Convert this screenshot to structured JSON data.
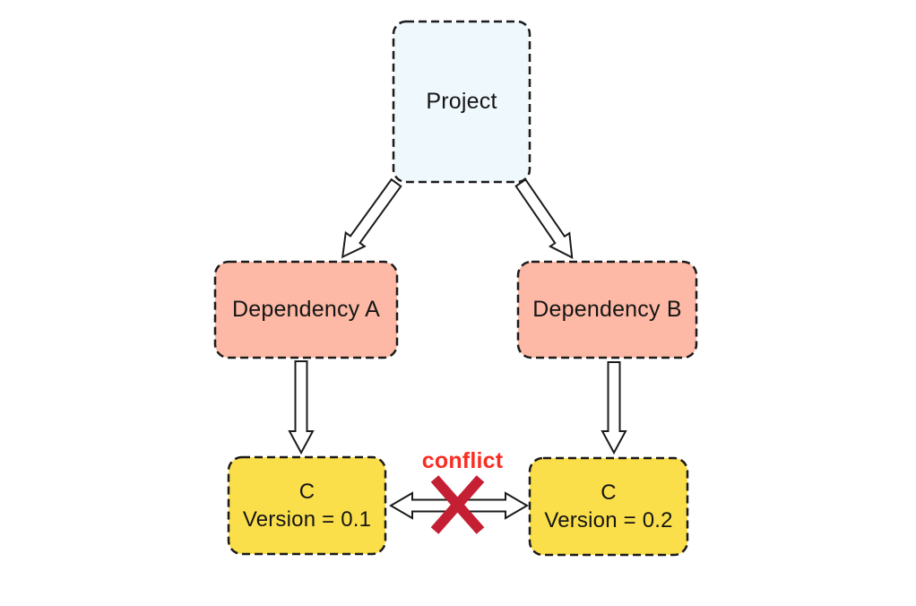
{
  "diagram": {
    "type": "dependency-graph",
    "nodes": {
      "project": {
        "label": "Project",
        "fill": "#eff8fd"
      },
      "dependency_a": {
        "label": "Dependency A",
        "fill": "#fdb9a5"
      },
      "dependency_b": {
        "label": "Dependency B",
        "fill": "#fdb9a5"
      },
      "c_v01": {
        "name": "C",
        "version": "Version = 0.1",
        "fill": "#fadf4b"
      },
      "c_v02": {
        "name": "C",
        "version": "Version = 0.2",
        "fill": "#fadf4b"
      }
    },
    "edges": [
      {
        "from": "project",
        "to": "dependency_a",
        "type": "arrow"
      },
      {
        "from": "project",
        "to": "dependency_b",
        "type": "arrow"
      },
      {
        "from": "dependency_a",
        "to": "c_v01",
        "type": "arrow"
      },
      {
        "from": "dependency_b",
        "to": "c_v02",
        "type": "arrow"
      },
      {
        "from": "c_v01",
        "to": "c_v02",
        "type": "bidirectional",
        "status": "conflict"
      }
    ],
    "conflict": {
      "label": "conflict",
      "label_color": "#fb2d23",
      "x_color": "#c41f33"
    },
    "colors": {
      "background": "#ffffff",
      "node_border": "#1b1b1b",
      "arrow_fill": "#ffffff",
      "arrow_stroke": "#1b1b1b"
    }
  }
}
